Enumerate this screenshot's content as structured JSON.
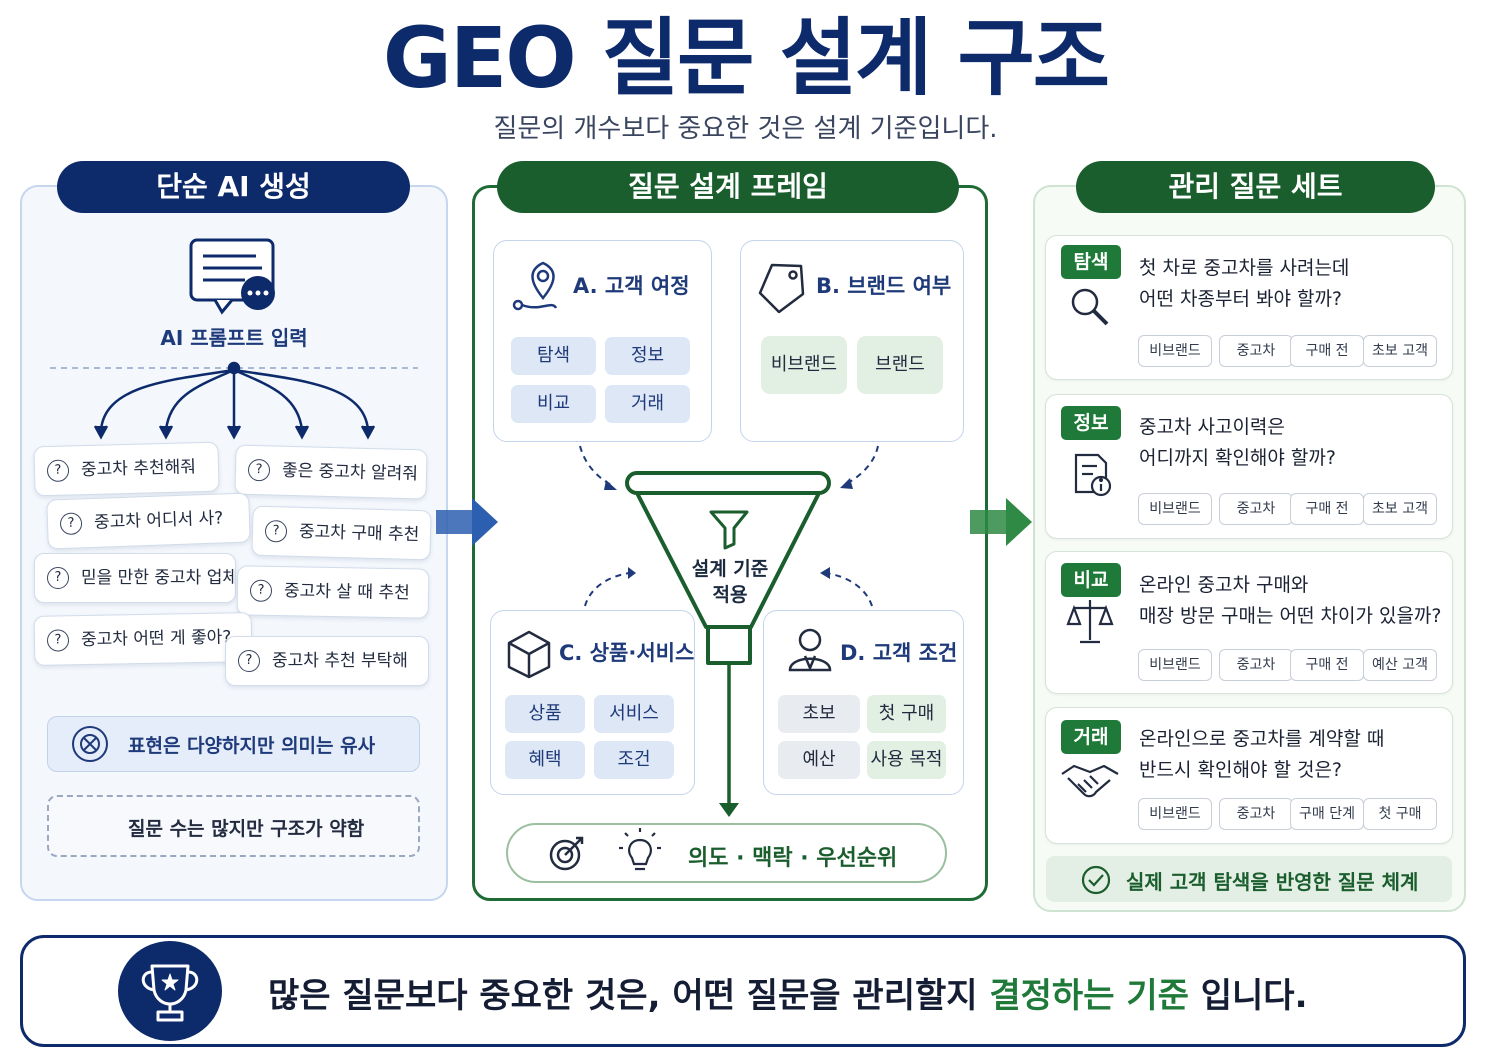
{
  "header": {
    "title": "GEO 질문 설계 구조",
    "subtitle": "질문의 개수보다 중요한 것은 설계 기준입니다."
  },
  "left": {
    "title": "단순 AI 생성",
    "prompt_label": "AI 프롬프트 입력",
    "questions": [
      "중고차 추천해줘",
      "좋은 중고차 알려줘",
      "중고차 어디서 사?",
      "중고차 구매 추천",
      "믿을 만한 중고차 업체",
      "중고차 살 때 추천",
      "중고차 어떤 게 좋아?",
      "중고차 추천 부탁해"
    ],
    "similar_note": "표현은 다양하지만 의미는 유사",
    "weak_note": "질문 수는 많지만 구조가 약함"
  },
  "middle": {
    "title": "질문 설계 프레임",
    "a": {
      "title": "A. 고객 여정",
      "chips": [
        "탐색",
        "정보",
        "비교",
        "거래"
      ]
    },
    "b": {
      "title": "B. 브랜드 여부",
      "chips": [
        "비브랜드",
        "브랜드"
      ]
    },
    "c": {
      "title": "C. 상품·서비스",
      "chips": [
        "상품",
        "서비스",
        "혜택",
        "조건"
      ]
    },
    "d": {
      "title": "D. 고객 조건",
      "chips": [
        "초보",
        "첫 구매",
        "예산",
        "사용 목적"
      ]
    },
    "funnel_line1": "설계 기준",
    "funnel_line2": "적용",
    "intent": "의도 · 맥락 · 우선순위"
  },
  "right": {
    "title": "관리 질문 세트",
    "cards": [
      {
        "badge": "탐색",
        "line1": "첫 차로 중고차를 사려는데",
        "line2": "어떤 차종부터 봐야 할까?",
        "tags": [
          "비브랜드",
          "중고차",
          "구매 전",
          "초보 고객"
        ],
        "icon": "search-icon"
      },
      {
        "badge": "정보",
        "line1": "중고차 사고이력은",
        "line2": "어디까지 확인해야 할까?",
        "tags": [
          "비브랜드",
          "중고차",
          "구매 전",
          "초보 고객"
        ],
        "icon": "document-info-icon"
      },
      {
        "badge": "비교",
        "line1": "온라인 중고차 구매와",
        "line2": "매장 방문 구매는 어떤 차이가 있을까?",
        "tags": [
          "비브랜드",
          "중고차",
          "구매 전",
          "예산 고객"
        ],
        "icon": "scale-icon"
      },
      {
        "badge": "거래",
        "line1": "온라인으로 중고차를 계약할 때",
        "line2": "반드시 확인해야 할 것은?",
        "tags": [
          "비브랜드",
          "중고차",
          "구매 단계",
          "첫 구매"
        ],
        "icon": "handshake-icon"
      }
    ],
    "reflect_note": "실제 고객 탐색을 반영한 질문 체계"
  },
  "bottom": {
    "text_main": "많은 질문보다 중요한 것은, 어떤 질문을 관리할지 ",
    "text_accent": "결정하는 기준",
    "text_end": " 입니다."
  },
  "colors": {
    "navy": "#0d2a6b",
    "green": "#1b5e2e",
    "accent_green": "#1f7a3a",
    "light_blue": "#dde7f5",
    "light_green": "#e2efe3"
  }
}
